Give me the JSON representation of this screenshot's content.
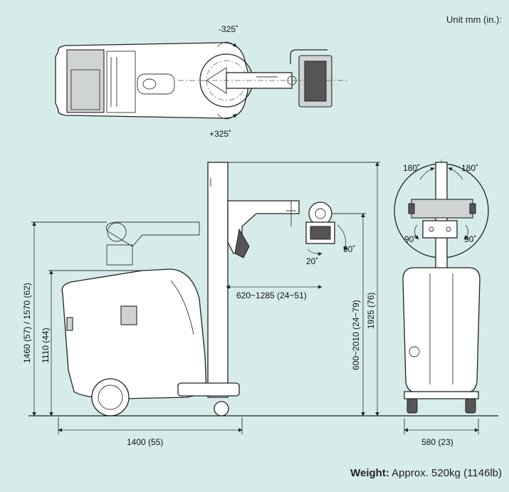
{
  "unit_label": "Unit mm (in.):",
  "top_view": {
    "angle_top": "-325˚",
    "angle_bottom": "+325˚"
  },
  "side_view": {
    "height_overall": "1460 (57) / 1570 (62)",
    "height_body": "1110 (44)",
    "arm_reach": "620~1285 (24~51)",
    "tube_height": "600~2010 (24~79)",
    "column_height": "1925 (76)",
    "length": "1400 (55)",
    "tilt_down": "20˚",
    "tilt_up": "90˚"
  },
  "front_view": {
    "rot_left": "180˚",
    "rot_right": "180˚",
    "swivel_left": "90˚",
    "swivel_right": "90˚",
    "width": "580 (23)"
  },
  "weight": {
    "label": "Weight:",
    "value": "Approx. 520kg (1146lb)"
  }
}
